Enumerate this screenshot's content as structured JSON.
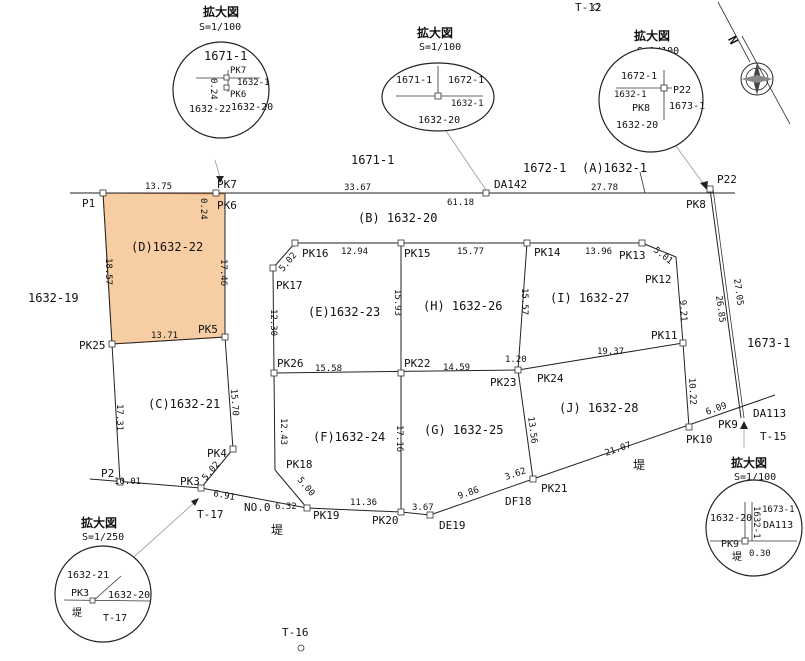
{
  "points": {
    "P1": "P1",
    "PK7": "PK7",
    "PK6": "PK6",
    "DA142": "DA142",
    "P22": "P22",
    "PK8": "PK8",
    "PK16": "PK16",
    "PK15": "PK15",
    "PK14": "PK14",
    "PK13": "PK13",
    "PK17": "PK17",
    "PK12": "PK12",
    "PK11": "PK11",
    "PK25": "PK25",
    "PK5": "PK5",
    "PK26": "PK26",
    "PK22": "PK22",
    "PK23": "PK23",
    "PK24": "PK24",
    "DA113": "DA113",
    "PK9": "PK9",
    "PK10": "PK10",
    "PK4": "PK4",
    "PK18": "PK18",
    "P2": "P2",
    "PK3": "PK3",
    "PK19": "PK19",
    "PK20": "PK20",
    "DE19": "DE19",
    "DF18": "DF18",
    "PK21": "PK21",
    "T12": "T-12",
    "T15": "T-15",
    "T16": "T-16",
    "T17": "T-17",
    "NO0": "NO.0"
  },
  "lots": {
    "A": "(A)1632-1",
    "B": "(B) 1632-20",
    "C": "(C)1632-21",
    "D": "(D)1632-22",
    "E": "(E)1632-23",
    "F": "(F)1632-24",
    "G": "(G) 1632-25",
    "H": "(H) 1632-26",
    "I": "(I) 1632-27",
    "J": "(J) 1632-28",
    "p1671_1": "1671-1",
    "p1672_1": "1672-1",
    "p1632_19": "1632-19",
    "p1673_1": "1673-1",
    "embankment_1": "堤",
    "embankment_2": "堤"
  },
  "dims": {
    "d13_75": "13.75",
    "d33_67": "33.67",
    "d61_18": "61.18",
    "d27_78": "27.78",
    "d0_24": "0.24",
    "d18_57": "18.57",
    "d17_46": "17.46",
    "d13_71": "13.71",
    "d12_94": "12.94",
    "d15_77": "15.77",
    "d13_96": "13.96",
    "d5_01": "5.01",
    "d5_02a": "5.02",
    "d15_93": "15.93",
    "d15_57": "15.57",
    "d9_21": "9.21",
    "d27_05": "27.05",
    "d26_85": "26.85",
    "d12_30": "12.30",
    "d15_58": "15.58",
    "d14_59": "14.59",
    "d1_20": "1.20",
    "d19_37": "19.37",
    "d10_22": "10.22",
    "d6_09": "6.09",
    "d17_31": "17.31",
    "d15_70": "15.70",
    "d12_43": "12.43",
    "d17_16": "17.16",
    "d13_56": "13.56",
    "d21_07": "21.07",
    "d5_00": "5.00",
    "d3_62": "3.62",
    "d10_01": "10.01",
    "d5_02b": "5.02",
    "d6_91": "6.91",
    "d6_32": "6.32",
    "d11_36": "11.36",
    "d3_67": "3.67",
    "d9_86": "9.86"
  },
  "insets": {
    "top_left": {
      "title": "拡大図",
      "scale": "S=1/100",
      "parcel_a": "1671-1",
      "pk7": "PK7",
      "pk6": "PK6",
      "side": "1632-1",
      "dim": "0.24",
      "parcel_b": "1632-22",
      "parcel_c": "1632-20"
    },
    "top_center": {
      "title": "拡大図",
      "scale": "S=1/100",
      "parcel_a": "1671-1",
      "parcel_b": "1672-1",
      "side": "1632-1",
      "parcel_c": "1632-20"
    },
    "top_right": {
      "title": "拡大図",
      "scale": "S=1/100",
      "parcel_a": "1672-1",
      "p22": "P22",
      "side": "1632-1",
      "pk8": "PK8",
      "parcel_b": "1673-1",
      "parcel_c": "1632-20"
    },
    "bottom_left": {
      "title": "拡大図",
      "scale": "S=1/250",
      "parcel_a": "1632-21",
      "pk3": "PK3",
      "parcel_b": "1632-20",
      "embankment": "堤",
      "t17": "T-17"
    },
    "bottom_right": {
      "title": "拡大図",
      "scale": "S=1/100",
      "parcel_a": "1632-20",
      "parcel_b": "1632-1",
      "parcel_c": "1673-1",
      "da113": "DA113",
      "pk9": "PK9",
      "dim": "0.30",
      "embankment": "堤"
    }
  },
  "north_arrow": {
    "letter": "N"
  },
  "colors": {
    "highlight_fill": "#f7cda4",
    "highlight_stroke": "#c8824a"
  }
}
